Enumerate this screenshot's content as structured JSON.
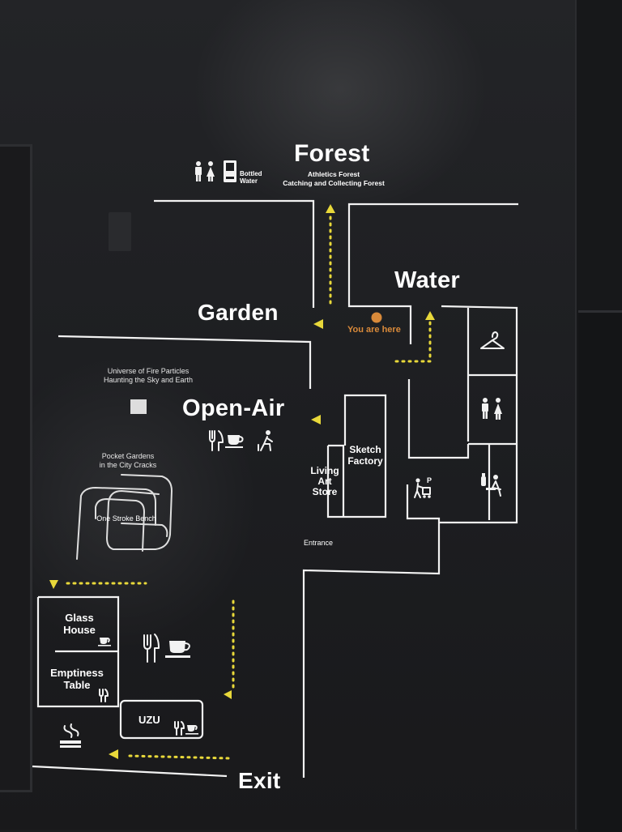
{
  "zones": {
    "forest": "Forest",
    "forest_sub1": "Athletics Forest",
    "forest_sub2": "Catching and Collecting Forest",
    "garden": "Garden",
    "water": "Water",
    "open_air": "Open-Air",
    "exit": "Exit"
  },
  "facilities": {
    "bottled_water_1": "Bottled",
    "bottled_water_2": "Water",
    "you_are_here": "You are here",
    "universe_1": "Universe of Fire Particles",
    "universe_2": "Haunting the Sky and Earth",
    "pocket_1": "Pocket Gardens",
    "pocket_2": "in the City Cracks",
    "bench": "One Stroke Bench",
    "sketch_1": "Sketch",
    "sketch_2": "Factory",
    "living_1": "Living",
    "living_2": "Art",
    "living_3": "Store",
    "entrance": "Entrance",
    "glass_1": "Glass",
    "glass_2": "House",
    "emptiness_1": "Emptiness",
    "emptiness_2": "Table",
    "uzu": "UZU",
    "parking_letter": "P"
  },
  "colors": {
    "route": "#e8d83a",
    "you_are_here": "#d98a3a",
    "lines": "#f2f2f2",
    "wall": "#1c1d20"
  },
  "icons": [
    "restroom-icon",
    "vending-machine-icon",
    "coat-hanger-icon",
    "nursing-room-icon",
    "stroller-parking-icon",
    "restaurant-icon",
    "coffee-cup-icon",
    "rest-seat-icon",
    "smoking-area-icon"
  ]
}
